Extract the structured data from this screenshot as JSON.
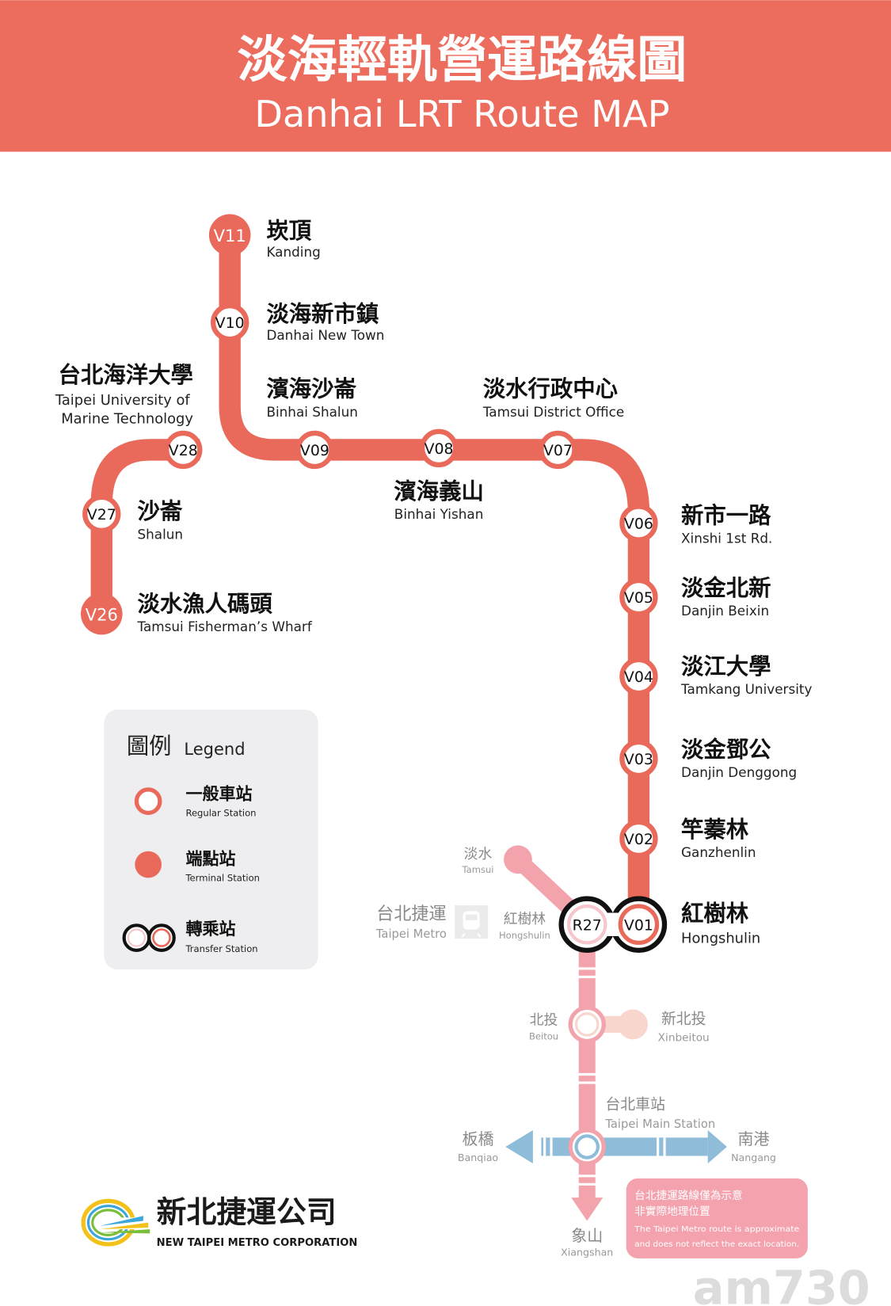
{
  "header": {
    "title_zh": "淡海輕軌營運路線圖",
    "title_en": "Danhai LRT Route MAP"
  },
  "colors": {
    "header": "#EC6C5E",
    "lrt_line": "#E9695B",
    "metro_red": "#F2A3AC",
    "metro_blue": "#8FBCD9",
    "xinbeitou": "#F8D6CE",
    "legend_bg": "#EEEEF0"
  },
  "stations": [
    {
      "code": "V11",
      "zh": "崁頂",
      "en": "Kanding"
    },
    {
      "code": "V10",
      "zh": "淡海新市鎮",
      "en": "Danhai New Town"
    },
    {
      "code": "V28",
      "zh": "台北海洋大學",
      "en": "Taipei University of",
      "en2": "Marine Technology"
    },
    {
      "code": "V09",
      "zh": "濱海沙崙",
      "en": "Binhai Shalun"
    },
    {
      "code": "V08",
      "zh": "濱海義山",
      "en": "Binhai Yishan"
    },
    {
      "code": "V07",
      "zh": "淡水行政中心",
      "en": "Tamsui District Office"
    },
    {
      "code": "V27",
      "zh": "沙崙",
      "en": "Shalun"
    },
    {
      "code": "V26",
      "zh": "淡水漁人碼頭",
      "en": "Tamsui Fisherman’s Wharf"
    },
    {
      "code": "V06",
      "zh": "新市一路",
      "en": "Xinshi 1st Rd."
    },
    {
      "code": "V05",
      "zh": "淡金北新",
      "en": "Danjin Beixin"
    },
    {
      "code": "V04",
      "zh": "淡江大學",
      "en": "Tamkang University"
    },
    {
      "code": "V03",
      "zh": "淡金鄧公",
      "en": "Danjin Denggong"
    },
    {
      "code": "V02",
      "zh": "竿蓁林",
      "en": "Ganzhenlin"
    },
    {
      "code": "V01",
      "zh": "紅樹林",
      "en": "Hongshulin"
    }
  ],
  "metro": {
    "name_zh": "台北捷運",
    "name_en": "Taipei Metro",
    "r27": {
      "code": "R27",
      "zh": "紅樹林",
      "en": "Hongshulin"
    },
    "tamsui": {
      "zh": "淡水",
      "en": "Tamsui"
    },
    "beitou": {
      "zh": "北投",
      "en": "Beitou"
    },
    "xinbeitou": {
      "zh": "新北投",
      "en": "Xinbeitou"
    },
    "main": {
      "zh": "台北車站",
      "en": "Taipei Main Station"
    },
    "banqiao": {
      "zh": "板橋",
      "en": "Banqiao"
    },
    "nangang": {
      "zh": "南港",
      "en": "Nangang"
    },
    "xiangshan": {
      "zh": "象山",
      "en": "Xiangshan"
    }
  },
  "note": {
    "zh1": "台北捷運路線僅為示意",
    "zh2": "非實際地理位置",
    "en1": "The Taipei Metro route is approximate",
    "en2": "and does not reflect the exact location."
  },
  "legend": {
    "title_zh": "圖例",
    "title_en": "Legend",
    "items": [
      {
        "zh": "一般車站",
        "en": "Regular Station"
      },
      {
        "zh": "端點站",
        "en": "Terminal Station"
      },
      {
        "zh": "轉乘站",
        "en": "Transfer Station"
      }
    ]
  },
  "logo": {
    "zh": "新北捷運公司",
    "en": "NEW TAIPEI METRO CORPORATION"
  },
  "watermark": "am730"
}
